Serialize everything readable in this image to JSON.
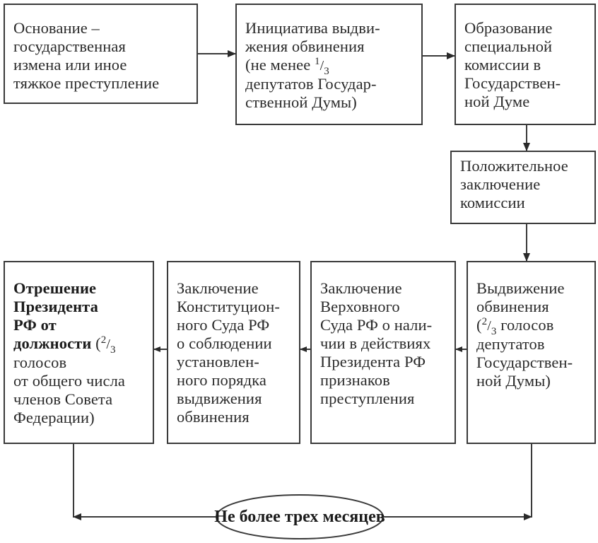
{
  "diagram": {
    "colors": {
      "line": "#3a3a3a",
      "text": "#2a2a2a",
      "background": "#ffffff"
    },
    "nodes": {
      "basis": {
        "lines": [
          "Основание –",
          "государственная",
          "измена или иное",
          "тяжкое преступление"
        ]
      },
      "initiative": {
        "lines": [
          "Инициатива выдви-",
          "жения обвинения"
        ],
        "line3_prefix": "(не менее ",
        "fraction": {
          "numerator": "1",
          "slash": "/",
          "denominator": "3"
        },
        "lines_after": [
          "депутатов Государ-",
          "ственной Думы)"
        ]
      },
      "commission": {
        "lines": [
          "Образование",
          "специальной",
          "комиссии в",
          "Государствен-",
          "ной Думе"
        ]
      },
      "positive_conclusion": {
        "lines": [
          "Положительное",
          "заключение",
          "комиссии"
        ]
      },
      "charge": {
        "lines": [
          "Выдвижение",
          "обвинения"
        ],
        "line3_open": "(",
        "fraction": {
          "numerator": "2",
          "slash": "/",
          "denominator": "3"
        },
        "line3_suffix": " голосов",
        "lines_after": [
          "депутатов",
          "Государствен-",
          "ной Думы)"
        ]
      },
      "supreme_court": {
        "lines": [
          "Заключение",
          "Верховного",
          "Суда РФ о нали-",
          "чии в действиях",
          "Президента РФ",
          "признаков",
          "преступления"
        ]
      },
      "constitutional_court": {
        "lines": [
          "Заключение",
          "Конституцион-",
          "ного Суда РФ",
          "о соблюдении",
          "установлен-",
          "ного порядка",
          "выдвижения",
          "обвинения"
        ]
      },
      "removal": {
        "bold_lines": [
          "Отрешение",
          "Президента",
          "РФ от"
        ],
        "line4_bold": "должности",
        "line4_open": " (",
        "fraction": {
          "numerator": "2",
          "slash": "/",
          "denominator": "3"
        },
        "lines_after": [
          "голосов",
          "от общего числа",
          "членов Совета",
          "Федерации)"
        ]
      }
    },
    "time_limit": {
      "label": "Не более трех месяцев"
    },
    "edges": [
      {
        "from": "basis",
        "to": "initiative"
      },
      {
        "from": "initiative",
        "to": "commission"
      },
      {
        "from": "commission",
        "to": "positive_conclusion"
      },
      {
        "from": "positive_conclusion",
        "to": "charge"
      },
      {
        "from": "charge",
        "to": "supreme_court"
      },
      {
        "from": "supreme_court",
        "to": "constitutional_court"
      },
      {
        "from": "constitutional_court",
        "to": "removal"
      }
    ]
  }
}
